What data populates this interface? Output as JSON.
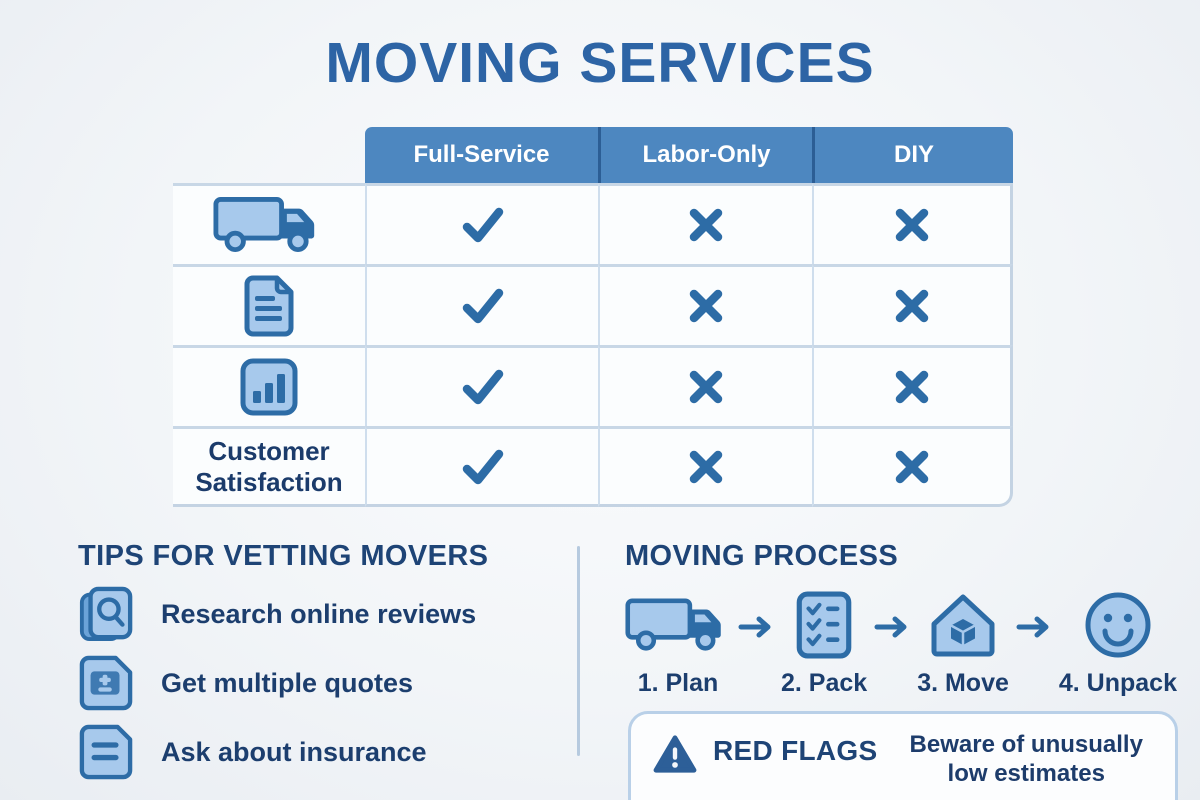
{
  "title": "MOVING SERVICES",
  "table": {
    "columns": [
      "Full-Service",
      "Labor-Only",
      "DIY"
    ],
    "rows": [
      {
        "icon": "truck-icon",
        "label": "",
        "cells": [
          "check",
          "cross",
          "cross"
        ]
      },
      {
        "icon": "document-icon",
        "label": "",
        "cells": [
          "check",
          "cross",
          "cross"
        ]
      },
      {
        "icon": "bar-chart-icon",
        "label": "",
        "cells": [
          "check",
          "cross",
          "cross"
        ]
      },
      {
        "icon": "",
        "label": "Customer Satisfaction",
        "cells": [
          "check",
          "cross",
          "cross"
        ]
      }
    ]
  },
  "tips": {
    "heading": "TIPS FOR VETTING MOVERS",
    "items": [
      {
        "icon": "search-reviews-icon",
        "label": "Research online reviews"
      },
      {
        "icon": "quotes-icon",
        "label": "Get multiple quotes"
      },
      {
        "icon": "insurance-icon",
        "label": "Ask about insurance"
      }
    ]
  },
  "process": {
    "heading": "MOVING PROCESS",
    "steps": [
      {
        "icon": "truck-icon",
        "label": "1. Plan"
      },
      {
        "icon": "checklist-icon",
        "label": "2. Pack"
      },
      {
        "icon": "house-icon",
        "label": "3. Move"
      },
      {
        "icon": "smiley-icon",
        "label": "4. Unpack"
      }
    ]
  },
  "red_flags": {
    "title": "RED FLAGS",
    "text": "Beware of unusually low estimates"
  },
  "colors": {
    "title_blue": "#2d64a5",
    "header_blue": "#4d87c0",
    "header_divider_blue": "#2c5e95",
    "mark_blue": "#2d6ca6",
    "navy_text": "#1c3e6e",
    "icon_fill_light": "#a7c9ec",
    "icon_fill_mid": "#6ba3d8",
    "icon_stroke_dark": "#2d6ca6",
    "table_line": "#c8d7e6",
    "box_border": "#b9d0e8",
    "background": "#f2f5f8"
  }
}
